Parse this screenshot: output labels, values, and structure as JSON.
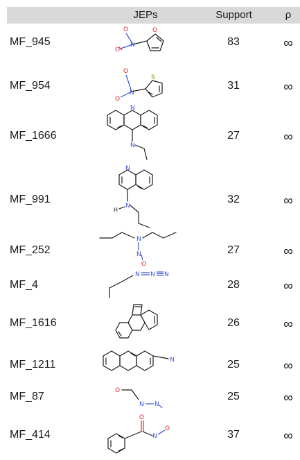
{
  "table": {
    "columns": {
      "structure": "JEPs",
      "support": "Support",
      "rho": "ρ"
    },
    "rows": [
      {
        "id": "MF_945",
        "support": "83",
        "rho": "∞",
        "structure_icon": "nitrofuran-structure-icon"
      },
      {
        "id": "MF_954",
        "support": "31",
        "rho": "∞",
        "structure_icon": "nitrothiophene-structure-icon"
      },
      {
        "id": "MF_1666",
        "support": "27",
        "rho": "∞",
        "structure_icon": "ethylaminoacridine-structure-icon"
      },
      {
        "id": "MF_991",
        "support": "32",
        "rho": "∞",
        "structure_icon": "propylaminoquinoline-structure-icon"
      },
      {
        "id": "MF_252",
        "support": "27",
        "rho": "∞",
        "structure_icon": "dipropylnitrosamine-structure-icon"
      },
      {
        "id": "MF_4",
        "support": "28",
        "rho": "∞",
        "structure_icon": "propylazide-structure-icon"
      },
      {
        "id": "MF_1616",
        "support": "26",
        "rho": "∞",
        "structure_icon": "acenaphthylene-structure-icon"
      },
      {
        "id": "MF_1211",
        "support": "25",
        "rho": "∞",
        "structure_icon": "aminophenanthrene-structure-icon"
      },
      {
        "id": "MF_87",
        "support": "25",
        "rho": "∞",
        "structure_icon": "methoxymethyl-nitrogen-structure-icon"
      },
      {
        "id": "MF_414",
        "support": "37",
        "rho": "∞",
        "structure_icon": "benzoyl-nitroso-structure-icon"
      }
    ]
  },
  "atom_labels": {
    "nitrogen": "N",
    "oxygen": "O",
    "sulfur": "S",
    "hydrogen": "H"
  },
  "colors": {
    "header_bg": "#d9d9d9",
    "nitrogen": "#3553d6",
    "oxygen": "#e0202a",
    "sulfur": "#b0a000"
  }
}
